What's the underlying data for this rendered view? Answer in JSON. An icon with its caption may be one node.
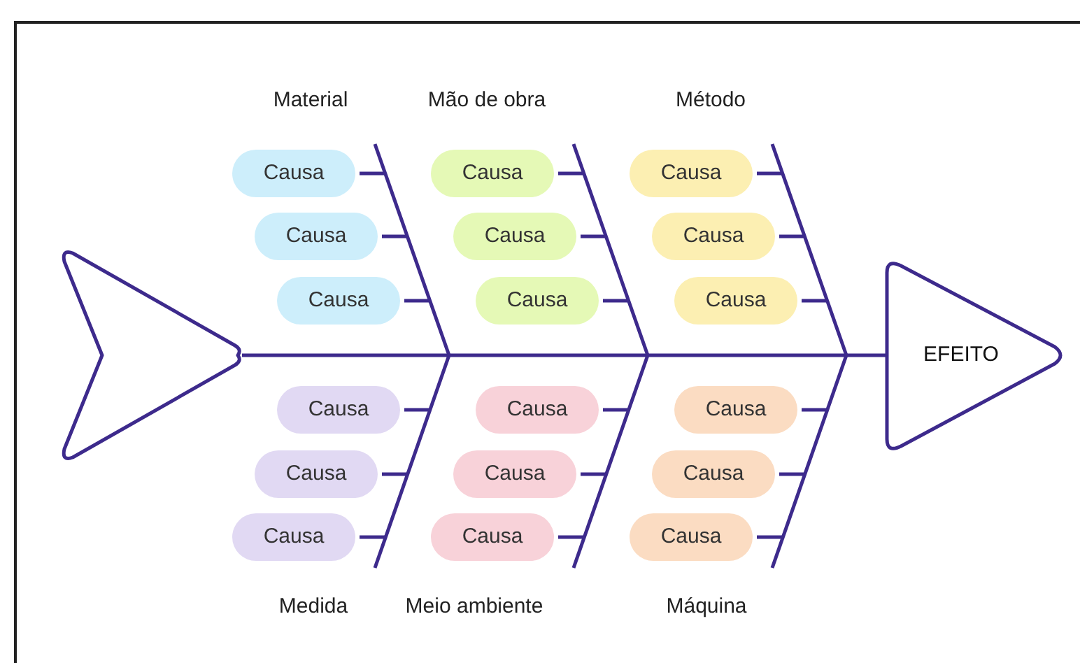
{
  "diagram": {
    "nodes": [
      {
        "text": [],
        "shape": "chevron"
      },
      {
        "text": [
          "Causa"
        ]
      },
      {
        "text": [
          "Causa"
        ]
      },
      {
        "text": [
          "Causa"
        ]
      },
      {
        "text": [
          "Causa"
        ]
      },
      {
        "text": [
          "Causa"
        ]
      },
      {
        "text": [
          "Causa"
        ]
      },
      {
        "text": [
          "Causa"
        ]
      },
      {
        "text": [
          "Causa"
        ]
      },
      {
        "text": [
          "Causa"
        ]
      },
      {
        "text": [
          "EFEITO"
        ]
      },
      {
        "text": [
          "Causa"
        ]
      },
      {
        "text": [
          "Causa"
        ]
      },
      {
        "text": [
          "Causa"
        ]
      },
      {
        "text": [
          "Causa"
        ]
      },
      {
        "text": [
          "Causa"
        ]
      },
      {
        "text": [
          "Causa"
        ]
      },
      {
        "text": [
          "Causa"
        ]
      },
      {
        "text": [
          "Causa"
        ]
      },
      {
        "text": [
          "Causa"
        ]
      }
    ],
    "edges": [
      {
        "from": 0,
        "to": 10,
        "arrow": "none"
      },
      {
        "from": 1,
        "to": null,
        "arrow": "none"
      },
      {
        "from": 2,
        "to": null,
        "arrow": "none"
      },
      {
        "from": 3,
        "to": null,
        "arrow": "none"
      },
      {
        "from": 4,
        "to": null,
        "arrow": "none"
      },
      {
        "from": 5,
        "to": null,
        "arrow": "none"
      },
      {
        "from": 6,
        "to": null,
        "arrow": "none"
      },
      {
        "from": 7,
        "to": null,
        "arrow": "none"
      },
      {
        "from": 8,
        "to": null,
        "arrow": "none"
      },
      {
        "from": 9,
        "to": null,
        "arrow": "none"
      },
      {
        "from": 11,
        "to": null,
        "arrow": "none"
      },
      {
        "from": 12,
        "to": null,
        "arrow": "none"
      },
      {
        "from": 13,
        "to": null,
        "arrow": "none"
      },
      {
        "from": 14,
        "to": null,
        "arrow": "none"
      },
      {
        "from": 15,
        "to": null,
        "arrow": "none"
      },
      {
        "from": 16,
        "to": null,
        "arrow": "none"
      },
      {
        "from": 17,
        "to": null,
        "arrow": "none"
      },
      {
        "from": 18,
        "to": null,
        "arrow": "none"
      },
      {
        "from": 19,
        "to": null,
        "arrow": "none"
      }
    ],
    "labels": [
      "Material",
      "Mão de obra",
      "Método",
      "Medida",
      "Meio ambiente",
      "Máquina"
    ]
  }
}
